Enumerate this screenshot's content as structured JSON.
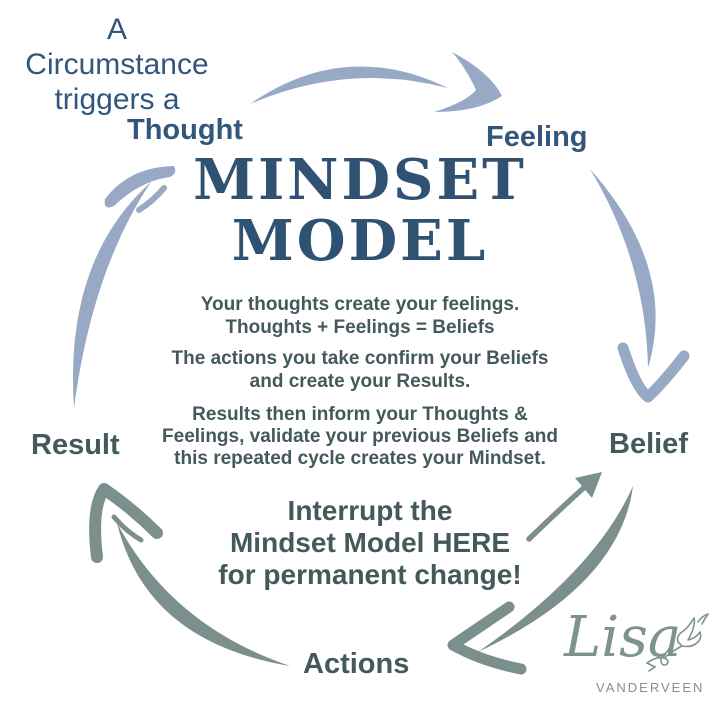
{
  "colors": {
    "navy_text": "#33567c",
    "teal_text": "#43595b",
    "title_navy": "#2f5273",
    "blue_arrow": "#97a9c5",
    "sage_arrow": "#7b908d",
    "logo_sage": "#7e938f",
    "background": "#ffffff"
  },
  "intro": {
    "line1": "A",
    "line2": "Circumstance",
    "line3": "triggers a"
  },
  "title": {
    "line1": "MINDSET",
    "line2": "MODEL"
  },
  "labels": {
    "thought": "Thought",
    "feeling": "Feeling",
    "belief": "Belief",
    "actions": "Actions",
    "result": "Result"
  },
  "diagram": {
    "cycle_order": [
      "Thought",
      "Feeling",
      "Belief",
      "Actions",
      "Result"
    ],
    "arrows": [
      {
        "from": "Thought",
        "to": "Feeling",
        "color": "#97a9c5"
      },
      {
        "from": "Feeling",
        "to": "Belief",
        "color": "#97a9c5"
      },
      {
        "from": "Belief",
        "to": "Actions",
        "color": "#7b908d"
      },
      {
        "from": "Actions",
        "to": "Result",
        "color": "#7b908d"
      },
      {
        "from": "Result",
        "to": "Thought",
        "color": "#97a9c5"
      },
      {
        "from": "interrupt-text",
        "to": "Belief",
        "color": "#7b908d"
      }
    ]
  },
  "body": {
    "p1": [
      "Your thoughts create your feelings.",
      "Thoughts + Feelings = Beliefs"
    ],
    "p2": [
      "The actions you take confirm your Beliefs",
      "and create your Results."
    ],
    "p3": [
      "Results then inform your Thoughts &",
      "Feelings, validate your previous Beliefs and",
      "this repeated cycle creates your Mindset."
    ]
  },
  "interrupt": {
    "line1": "Interrupt the",
    "line2": "Mindset Model HERE",
    "line3": "for permanent change!"
  },
  "logo": {
    "name": "Lisa",
    "surname": "VANDERVEEN",
    "icon": "dove-icon"
  }
}
